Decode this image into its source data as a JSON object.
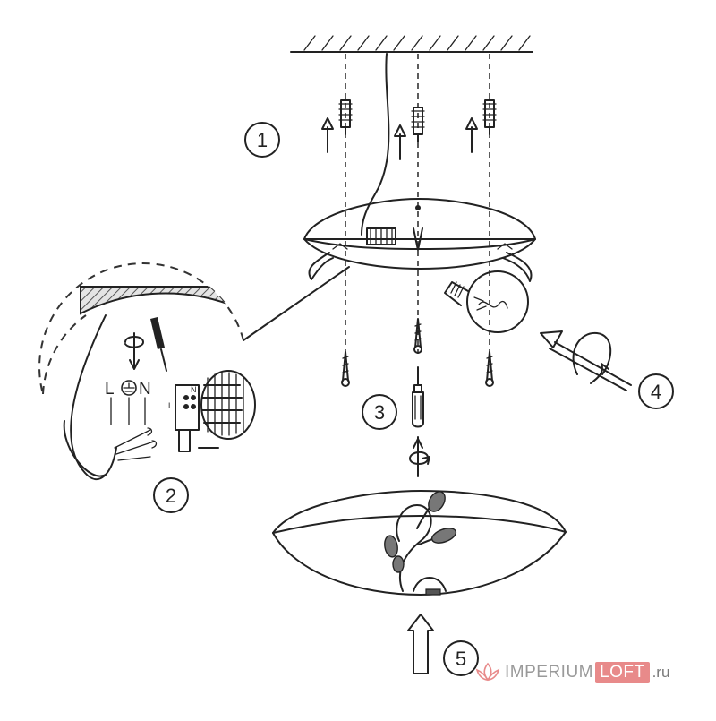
{
  "steps": [
    {
      "number": "1",
      "action": "drill-and-insert-wall-plugs"
    },
    {
      "number": "2",
      "action": "connect-wires-to-terminal-block"
    },
    {
      "number": "3",
      "action": "screw-base-to-ceiling"
    },
    {
      "number": "4",
      "action": "insert-bulb"
    },
    {
      "number": "5",
      "action": "attach-glass-shade"
    }
  ],
  "terminal": {
    "header_L": "L",
    "header_N": "N",
    "block_L": "L",
    "block_N": "N"
  },
  "watermark": {
    "brand_a": "IMPERIUM",
    "brand_b": "LOFT",
    "tld": ".ru",
    "accent_color": "#e88a8a",
    "text_color": "#9a9a9a"
  },
  "colors": {
    "line": "#222222",
    "background": "#ffffff",
    "hatch_fill": "#d6d6d6"
  }
}
